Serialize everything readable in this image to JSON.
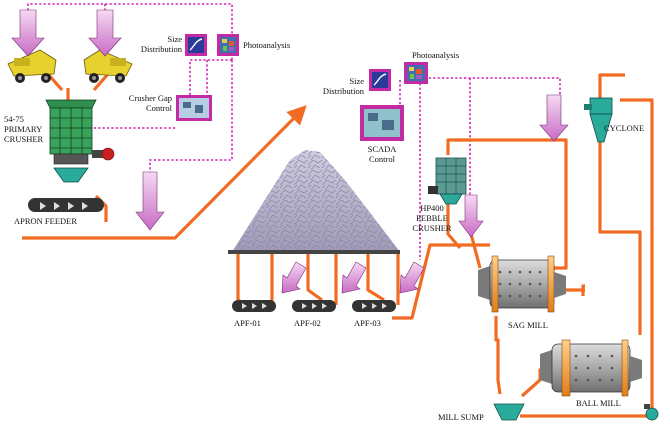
{
  "labels": {
    "primary_crusher_size": "54-75",
    "primary_crusher_line1": "PRIMARY",
    "primary_crusher_line2": "CRUSHER",
    "apron_feeder": "APRON FEEDER",
    "size_distribution_1_line1": "Size",
    "size_distribution_1_line2": "Distribution",
    "photoanalysis_1": "Photoanalysis",
    "crusher_gap_line1": "Crusher Gap",
    "crusher_gap_line2": "Control",
    "photoanalysis_2": "Photoanalysis",
    "size_distribution_2_line1": "Size",
    "size_distribution_2_line2": "Distribution",
    "scada_line1": "SCADA",
    "scada_line2": "Control",
    "hp400_line1": "HP400",
    "hp400_line2": "PEBBLE",
    "hp400_line3": "CRUSHER",
    "cyclone": "CYCLONE",
    "apf_01": "APF-01",
    "apf_02": "APF-02",
    "apf_03": "APF-03",
    "sag_mill": "SAG MILL",
    "ball_mill": "BALL MILL",
    "mill_sump": "MILL SUMP"
  },
  "colors": {
    "ore_flow": "#f26b22",
    "signal_line": "#d21fb4",
    "camera_arrow": "#d98fd6",
    "crusher": "#2f8f4e",
    "truck": "#e7d12e",
    "mill_body": "#a8a8a8",
    "mill_band": "#f4a23a",
    "stockpile": "#b8b4c8",
    "monitor_frame": "#c22ba3"
  },
  "icons": {
    "truck_left": "haul-truck-icon",
    "truck_right": "haul-truck-icon",
    "monitor": "monitor-screen-icon"
  }
}
